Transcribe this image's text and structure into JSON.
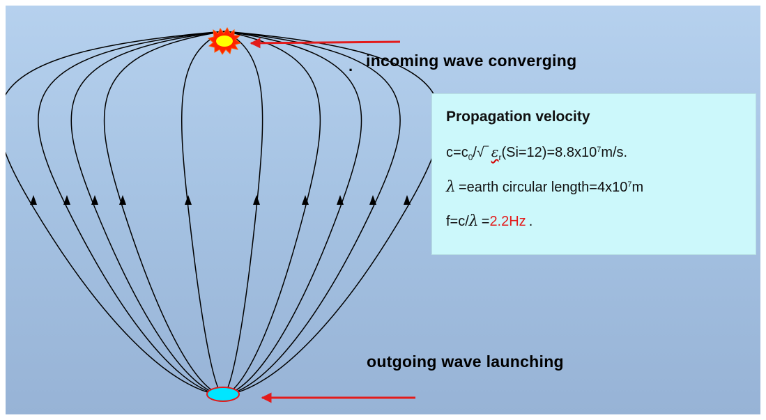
{
  "labels": {
    "dot": ".",
    "incoming": "incoming wave converging",
    "outgoing": "outgoing wave launching"
  },
  "infobox": {
    "title": "Propagation velocity",
    "line1": {
      "c_eq": "c=",
      "c0": "c",
      "c0_sub": "0",
      "slash": "/",
      "sqrt": "√‾",
      "eps": "ε",
      "eps_sub": "r",
      "rest_a": "(Si=12)=8.8x10",
      "exp": "7",
      "rest_b": "m/s."
    },
    "line2": {
      "lambda": "λ",
      "text_a": "=earth circular length=4x10",
      "exp": "7",
      "text_b": "m"
    },
    "line3": {
      "text_a": "f=c/",
      "lambda": "λ",
      "eq": "=",
      "value": "2.2Hz",
      "dot": "."
    }
  },
  "colors": {
    "background_top": "#b6d1ee",
    "background_bottom": "#97b3d6",
    "infobox_fill": "#ccf8fb",
    "arrow": "#e31b1b",
    "highlight": "#e31b1b",
    "burst_outer": "#ff2200",
    "burst_inner": "#ffff00",
    "source_fill": "#00e6ff",
    "source_stroke": "#e31b1b",
    "field_lines": "#000000"
  },
  "icons": {
    "top": "burst-icon",
    "bottom": "ellipse-source-icon",
    "pointers": "red-arrow-icon"
  }
}
